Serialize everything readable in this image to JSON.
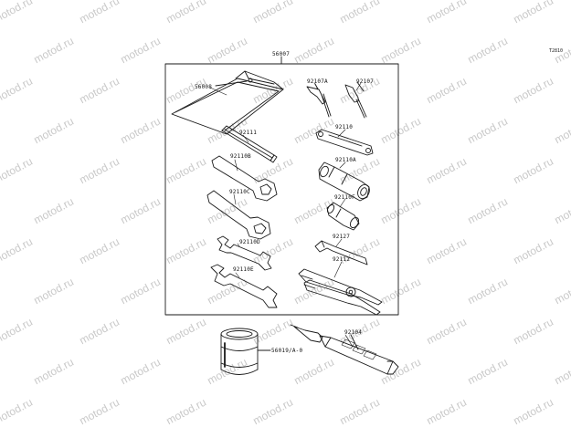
{
  "diagram": {
    "ref_code": "T2810",
    "kit_part": "56007",
    "watermark_text": "motod.ru",
    "line_color": "#1a1a1a",
    "parts": {
      "tool_bag": "56008",
      "screwdriver_a": "92107A",
      "screwdriver": "92107",
      "pin_wrench": "92110",
      "spanner_handle": "92111",
      "box_wrench_b": "92110B",
      "socket_a": "92110A",
      "box_wrench_c": "92110C",
      "socket_f": "92110F",
      "open_wrench_d": "92110D",
      "hex_key": "92127",
      "open_wrench_e": "92110E",
      "pliers": "92112",
      "grease_tube": "92104",
      "oil_can": "56019/A-0"
    }
  }
}
